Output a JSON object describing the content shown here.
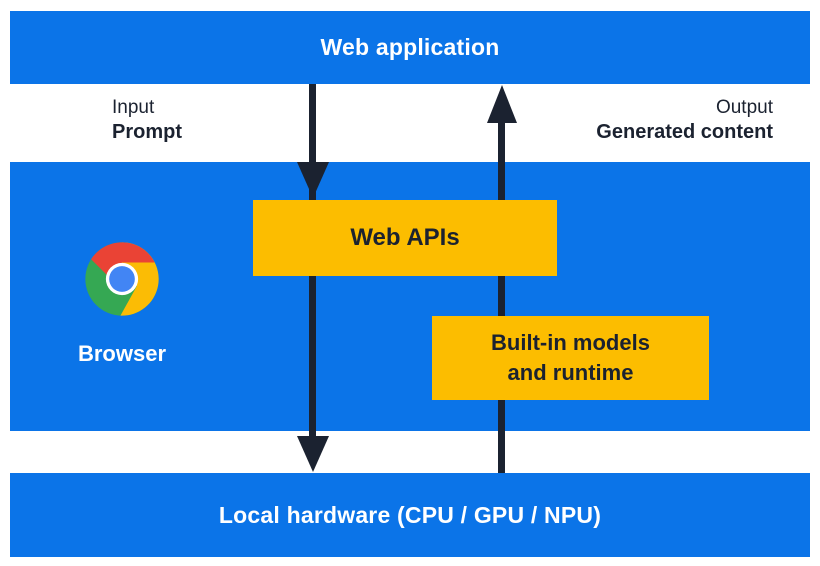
{
  "colors": {
    "layer_blue": "#0b74e8",
    "chip_yellow": "#fcbd00",
    "arrow_dark": "#1b2230",
    "text_light": "#ffffff"
  },
  "layers": {
    "web_application": "Web application",
    "browser": "Browser",
    "local_hardware": "Local hardware (CPU / GPU / NPU)"
  },
  "flow": {
    "input_title": "Input",
    "input_value": "Prompt",
    "output_title": "Output",
    "output_value": "Generated content"
  },
  "browser_components": {
    "web_apis": "Web APIs",
    "built_in_line1": "Built-in models",
    "built_in_line2": "and runtime"
  },
  "icons": {
    "chrome_logo": "chrome-browser-logo"
  }
}
